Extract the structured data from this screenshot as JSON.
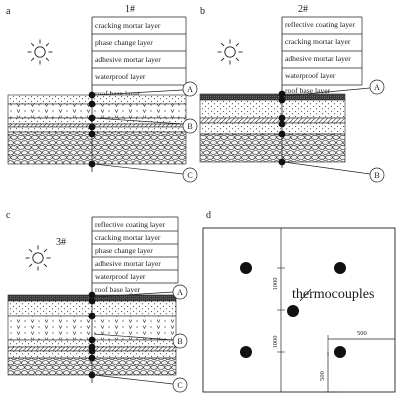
{
  "panels": {
    "a": {
      "letter": "a",
      "sample_id": "1#",
      "layers": [
        "cracking mortar layer",
        "phase change layer",
        "adhesive mortar layer",
        "waterproof layer",
        "roof base layer"
      ],
      "markers": [
        "A",
        "B",
        "C"
      ]
    },
    "b": {
      "letter": "b",
      "sample_id": "2#",
      "layers": [
        "reflective coating layer",
        "cracking mortar layer",
        "adhesive mortar layer",
        "waterproof layer",
        "roof base layer"
      ],
      "markers": [
        "A",
        "B"
      ]
    },
    "c": {
      "letter": "c",
      "sample_id": "3#",
      "layers": [
        "reflective coating layer",
        "cracking mortar layer",
        "phase change layer",
        "adhesive mortar layer",
        "waterproof layer",
        "roof base layer"
      ],
      "markers": [
        "A",
        "B",
        "C"
      ]
    },
    "d": {
      "letter": "d",
      "label": "thermocouples",
      "dims": {
        "top": "1000",
        "bottom": "1000",
        "horizontal": "500",
        "vertical": "500"
      }
    }
  }
}
